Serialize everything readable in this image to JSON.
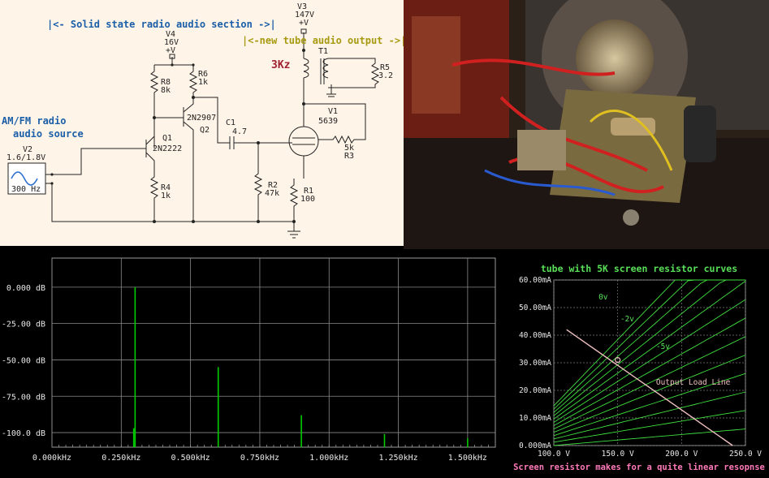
{
  "schematic": {
    "heading_solid_state": "|<- Solid state radio audio section ->|",
    "heading_tube": "|<-new tube audio output ->|",
    "source_label_line1": "AM/FM radio",
    "source_label_line2": "audio source",
    "freq_note": "3Kz",
    "v2": {
      "name": "V2",
      "value": "1.6/1.8V",
      "freq": "300 Hz"
    },
    "v4": {
      "name": "V4",
      "value": "16V",
      "plus": "+V"
    },
    "v3": {
      "name": "V3",
      "value": "147V",
      "plus": "+V"
    },
    "r8": {
      "name": "R8",
      "value": "8k"
    },
    "r6": {
      "name": "R6",
      "value": "1k"
    },
    "r4": {
      "name": "R4",
      "value": "1k"
    },
    "r2": {
      "name": "R2",
      "value": "47k"
    },
    "r1": {
      "name": "R1",
      "value": "100"
    },
    "r3": {
      "name": "R3",
      "value": "5k"
    },
    "r5": {
      "name": "R5",
      "value": "3.2"
    },
    "q1": {
      "name": "Q1",
      "part": "2N2222"
    },
    "q2": {
      "name": "Q2",
      "part": "2N2907"
    },
    "c1": {
      "name": "C1",
      "value": "4.7"
    },
    "t1": {
      "name": "T1"
    },
    "v1": {
      "name": "V1",
      "part": "5639"
    }
  },
  "chart_data": [
    {
      "type": "bar",
      "title": "",
      "xlabel": "",
      "ylabel": "",
      "x_unit": "kHz",
      "y_unit": "dB",
      "xlim": [
        0.0,
        1.6
      ],
      "ylim": [
        -110,
        20
      ],
      "x_ticks": [
        "0.000kHz",
        "0.250kHz",
        "0.500kHz",
        "0.750kHz",
        "1.000kHz",
        "1.250kHz",
        "1.500kHz"
      ],
      "y_ticks": [
        "0.000 dB",
        "-25.00 dB",
        "-50.00 dB",
        "-75.00 dB",
        "-100.0 dB"
      ],
      "series": [
        {
          "x": [
            0.295,
            0.3,
            0.6,
            0.9,
            1.2,
            1.5
          ],
          "values": [
            -97,
            0,
            -55,
            -88,
            -101,
            -104
          ]
        }
      ],
      "grid": true,
      "color": "#00cc00"
    },
    {
      "type": "line",
      "title": "tube with 5K screen resistor curves",
      "caption": "Screen resistor makes for a quite linear resopnse",
      "x_unit": "V",
      "y_unit": "mA",
      "xlim": [
        100,
        250
      ],
      "ylim": [
        0,
        60
      ],
      "x_ticks": [
        "100.0 V",
        "150.0 V",
        "200.0 V",
        "250.0 V"
      ],
      "y_ticks": [
        "60.00mA",
        "50.00mA",
        "40.00mA",
        "30.00mA",
        "20.00mA",
        "10.00mA",
        "0.000mA"
      ],
      "grid_labels": [
        "0v",
        "-2v",
        "-5v"
      ],
      "load_line": {
        "label": "Output Load Line",
        "x": [
          110,
          240
        ],
        "y": [
          42,
          0
        ]
      },
      "operating_point": {
        "x": 150,
        "y": 31
      },
      "curve_color": "#40e040",
      "load_line_color": "#f0c0c0"
    }
  ]
}
